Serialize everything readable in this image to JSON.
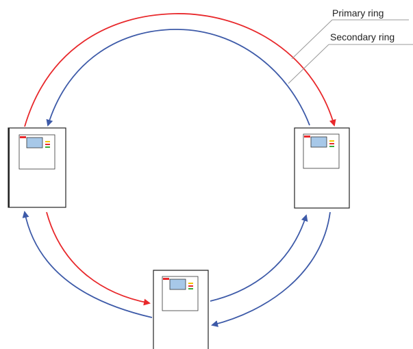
{
  "labels": {
    "primary_ring": "Primary ring",
    "secondary_ring": "Secondary ring"
  },
  "colors": {
    "primary_ring": "#e8282b",
    "secondary_ring": "#3d5aa8",
    "leader_line": "#999999",
    "panel_border": "#222222",
    "screen": "#a7c8e8",
    "indicator_red": "#e8282b",
    "indicator_yellow": "#f2c600",
    "indicator_green": "#3aa935"
  },
  "devices": [
    {
      "id": "left",
      "icon": "control-panel-icon"
    },
    {
      "id": "right",
      "icon": "control-panel-icon"
    },
    {
      "id": "bottom",
      "icon": "control-panel-icon"
    }
  ]
}
